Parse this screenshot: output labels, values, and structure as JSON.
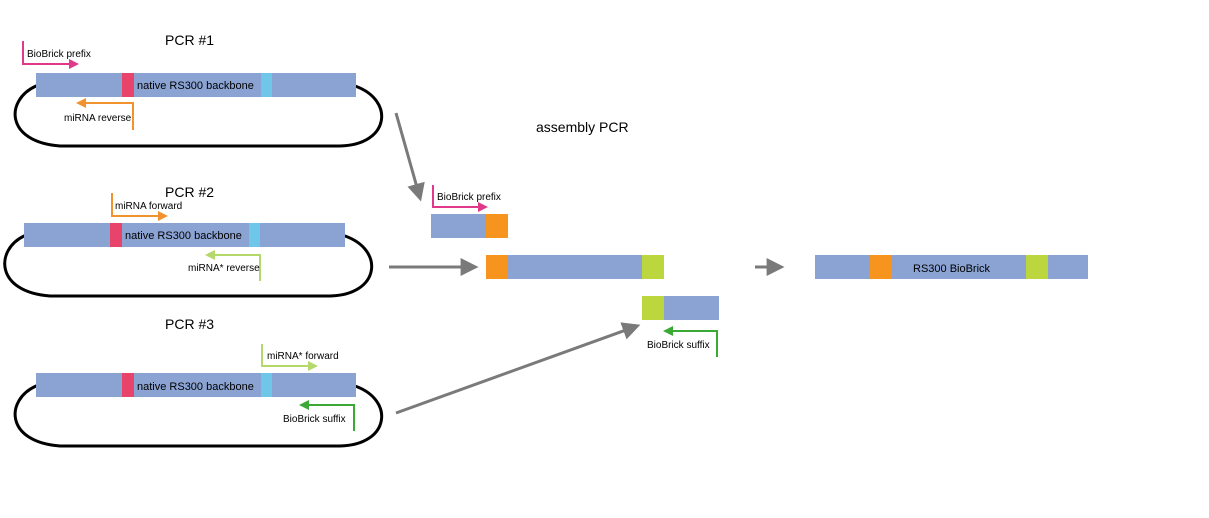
{
  "colors": {
    "backbone": "#8aa3d3",
    "mirna_site": "#e8436b",
    "star_site": "#6ec6e8",
    "prefix_primer": "#e0388a",
    "mirna_primer": "#f0922e",
    "orange_block": "#f7941d",
    "star_primer": "#b3d96a",
    "green_block": "#bcd63e",
    "suffix_primer": "#3aaa35",
    "flow_arrow": "#7a7a7a"
  },
  "pcr1": {
    "title": "PCR #1",
    "backbone_label": "native RS300 backbone",
    "forward_primer": "BioBrick prefix",
    "reverse_primer": "miRNA reverse"
  },
  "pcr2": {
    "title": "PCR #2",
    "backbone_label": "native RS300 backbone",
    "forward_primer": "miRNA forward",
    "reverse_primer": "miRNA* reverse"
  },
  "pcr3": {
    "title": "PCR #3",
    "backbone_label": "native RS300 backbone",
    "forward_primer": "miRNA* forward",
    "reverse_primer": "BioBrick suffix"
  },
  "assembly": {
    "title": "assembly PCR",
    "prefix_primer": "BioBrick prefix",
    "suffix_primer": "BioBrick suffix"
  },
  "result": {
    "label": "RS300 BioBrick"
  }
}
